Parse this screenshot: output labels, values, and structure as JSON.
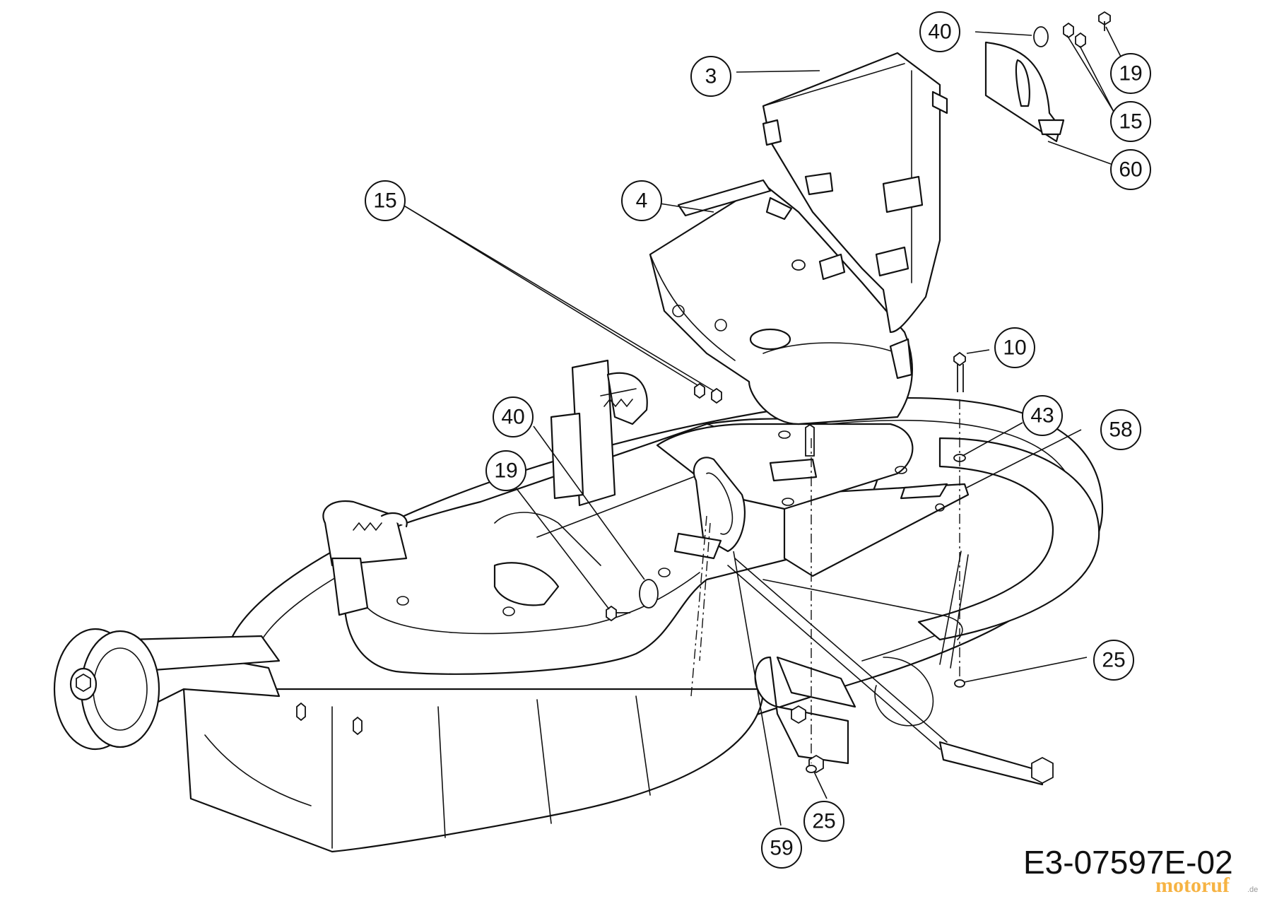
{
  "diagram": {
    "drawing_code": "E3-07597E-02",
    "watermark": {
      "text": "motoruf",
      "suffix": ".de"
    },
    "callouts": [
      {
        "id": "3",
        "label": "3"
      },
      {
        "id": "4",
        "label": "4"
      },
      {
        "id": "10",
        "label": "10"
      },
      {
        "id": "15a",
        "label": "15"
      },
      {
        "id": "15b",
        "label": "15"
      },
      {
        "id": "19a",
        "label": "19"
      },
      {
        "id": "19b",
        "label": "19"
      },
      {
        "id": "25a",
        "label": "25"
      },
      {
        "id": "25b",
        "label": "25"
      },
      {
        "id": "40a",
        "label": "40"
      },
      {
        "id": "40b",
        "label": "40"
      },
      {
        "id": "43",
        "label": "43"
      },
      {
        "id": "58",
        "label": "58"
      },
      {
        "id": "59",
        "label": "59"
      },
      {
        "id": "60",
        "label": "60"
      }
    ]
  }
}
